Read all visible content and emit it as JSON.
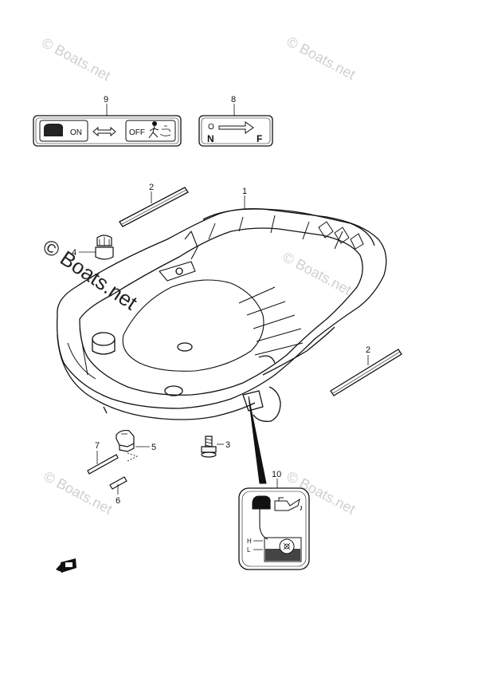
{
  "watermarks": {
    "small": "© Boats.net",
    "large": "© Boats.net"
  },
  "callouts": {
    "p1": "1",
    "p2a": "2",
    "p2b": "2",
    "p3": "3",
    "p4": "4",
    "p5": "5",
    "p6": "6",
    "p7": "7",
    "p8": "8",
    "p9": "9",
    "p10": "10"
  },
  "decal9": {
    "on_label": "ON",
    "off_label": "OFF"
  },
  "decal8": {
    "o_label": "O",
    "n_label": "N",
    "f_label": "F"
  },
  "decal10": {
    "h_label": "H",
    "l_label": "L"
  }
}
